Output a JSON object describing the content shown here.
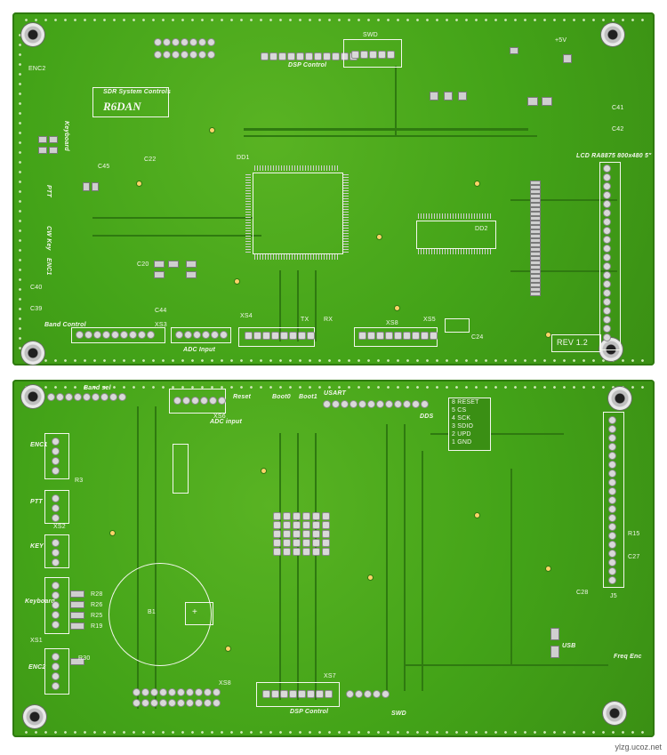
{
  "top_board": {
    "labels": {
      "swd": "SWD",
      "dsp_control": "DSP Control",
      "sdr_system_controls": "SDR System Controls",
      "logo": "R6DAN",
      "keyboard": "Keyboard",
      "ptt": "PTT",
      "cw_key": "CW Key",
      "enc1": "ENC1",
      "band_control": "Band Control",
      "adc_input": "ADC Input",
      "lcd": "LCD RA8875 800x480 5\"",
      "rev": "REV 1.2",
      "dd1": "DD1",
      "dd2": "DD2",
      "xs3": "XS3",
      "xs5": "XS5",
      "xs4": "XS4",
      "xs8": "XS8",
      "c20": "C20",
      "c24": "C24",
      "c40": "C40",
      "c39": "C39",
      "c41": "C41",
      "c42": "C42",
      "c44": "C44",
      "c45": "C45",
      "c22": "C22",
      "rx": "RX",
      "tx": "TX",
      "plus5v": "+5V",
      "enc2": "ENC2"
    }
  },
  "bottom_board": {
    "labels": {
      "band_sel": "Band sel",
      "reset": "Reset",
      "boot0": "Boot0",
      "boot1": "Boot1",
      "usart": "USART",
      "dds": "DDS",
      "adc_input": "ADC input",
      "xs2": "XS2",
      "enc1": "ENC1",
      "ptt": "PTT",
      "key": "KEY",
      "keyboard": "Keyboard",
      "enc2": "ENC2",
      "dsp_control": "DSP Control",
      "swd": "SWD",
      "usb": "USB",
      "freq_enc": "Freq Enc",
      "b1": "B1",
      "r3": "R3",
      "r28": "R28",
      "r26": "R26",
      "r25": "R25",
      "r19": "R19",
      "r30": "R30",
      "r15": "R15",
      "c28": "C28",
      "c27": "C27",
      "j5": "J5",
      "xs6": "XS6",
      "xs7": "XS7",
      "xs1": "XS1",
      "xs8": "XS8"
    },
    "pin_table": [
      "8 RESET",
      "5 CS",
      "4 SCK",
      "3 SDIO",
      "2 UPD",
      "1 GND"
    ]
  },
  "watermark": "ylzg.ucoz.net"
}
